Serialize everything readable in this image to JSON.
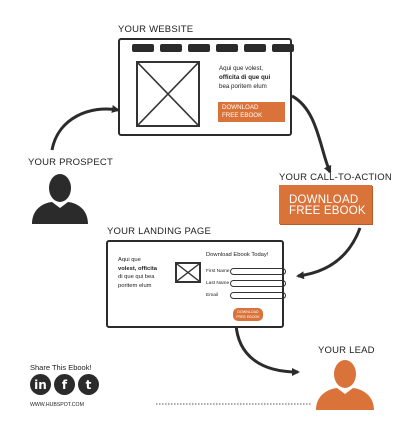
{
  "website": {
    "title": "YOUR WEBSITE",
    "text_line1": "Aqui que volest,",
    "text_line2": "officita di que qui",
    "text_line3": "bea poritem elum",
    "cta_line1": "DOWNLOAD",
    "cta_line2": "FREE EBOOK"
  },
  "prospect": {
    "title": "YOUR PROSPECT"
  },
  "call_to_action": {
    "title": "YOUR CALL-TO-ACTION",
    "line1": "DOWNLOAD",
    "line2": "FREE EBOOK"
  },
  "landing_page": {
    "title": "YOUR LANDING PAGE",
    "text_line1": "Aqui que",
    "text_line2": "volest, officita",
    "text_line3": "di que qui bea",
    "text_line4": "poritem elum",
    "form_title": "Download Ebook Today!",
    "first_name": "First Name",
    "last_name": "Last Name",
    "email": "Email",
    "button_line1": "DOWNLOAD",
    "button_line2": "FREE EBOOK"
  },
  "lead": {
    "title": "YOUR LEAD"
  },
  "share": {
    "title": "Share This Ebook!",
    "url": "WWW.HUBSPOT.COM",
    "linkedin": "in",
    "facebook": "f",
    "twitter": "t"
  },
  "colors": {
    "accent": "#d9733a",
    "dark": "#2b2b2b"
  }
}
